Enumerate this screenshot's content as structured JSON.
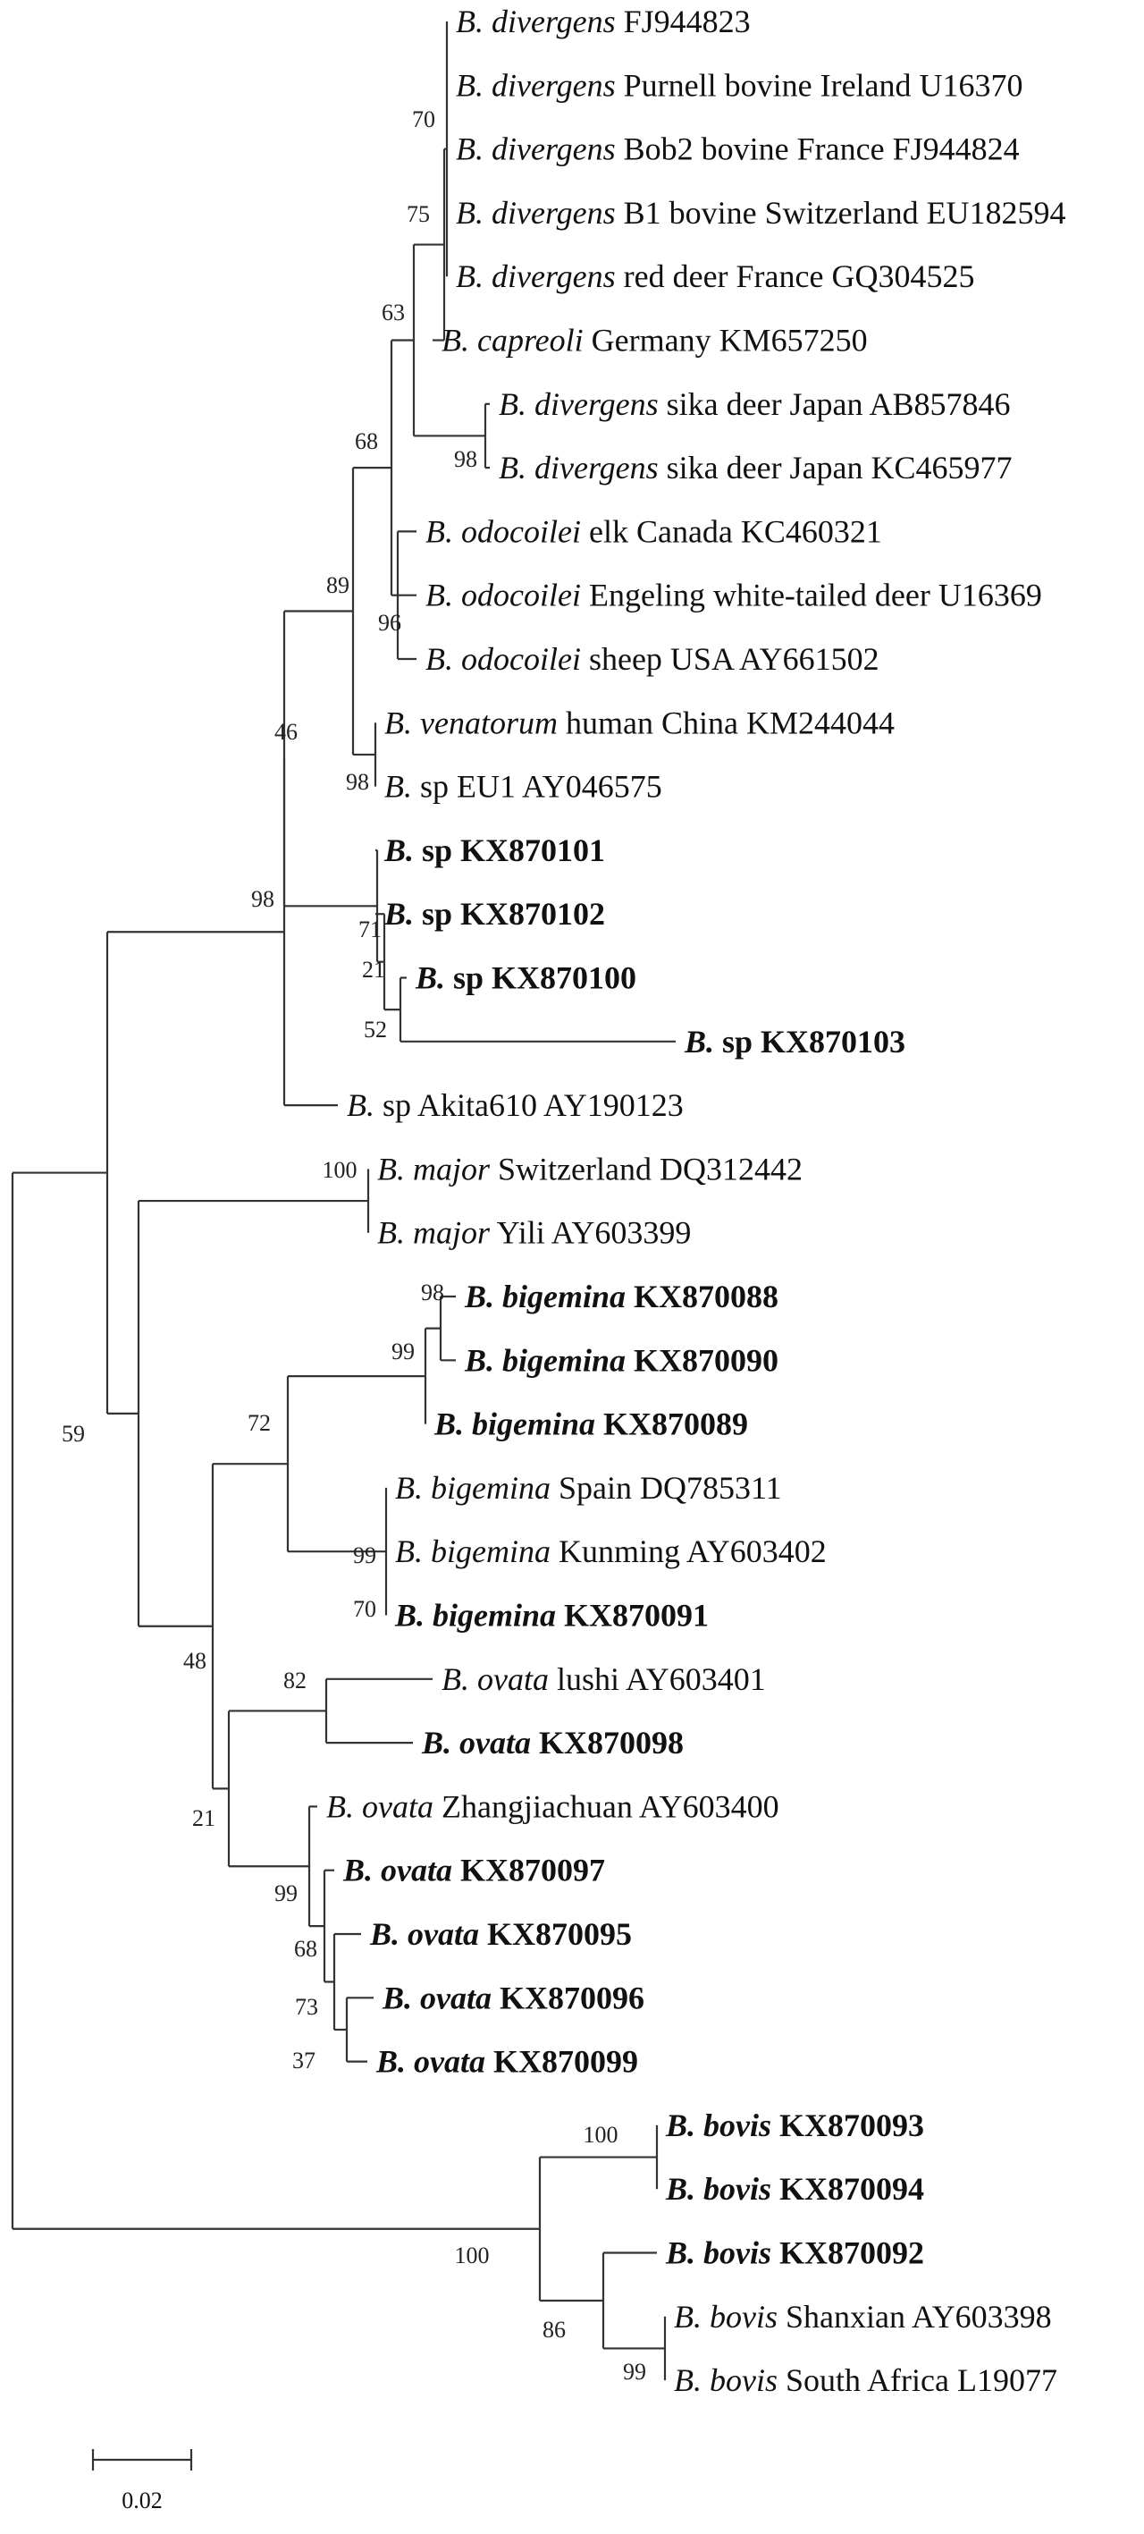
{
  "tree": {
    "leaves": [
      {
        "genus": "B.",
        "species": "divergens",
        "rest": "FJ944823",
        "bold": false
      },
      {
        "genus": "B.",
        "species": "divergens",
        "rest": "Purnell bovine Ireland U16370",
        "bold": false
      },
      {
        "genus": "B.",
        "species": "divergens",
        "rest": "Bob2 bovine France FJ944824",
        "bold": false
      },
      {
        "genus": "B.",
        "species": "divergens",
        "rest": "B1 bovine Switzerland EU182594",
        "bold": false
      },
      {
        "genus": "B.",
        "species": "divergens",
        "rest": "red deer France GQ304525",
        "bold": false
      },
      {
        "genus": "B.",
        "species": "capreoli",
        "rest": "Germany KM657250",
        "bold": false
      },
      {
        "genus": "B.",
        "species": "divergens",
        "rest": "sika deer Japan AB857846",
        "bold": false
      },
      {
        "genus": "B.",
        "species": "divergens",
        "rest": "sika deer Japan KC465977",
        "bold": false
      },
      {
        "genus": "B.",
        "species": "odocoilei",
        "rest": "elk Canada KC460321",
        "bold": false
      },
      {
        "genus": "B.",
        "species": "odocoilei",
        "rest": "Engeling white-tailed deer U16369",
        "bold": false
      },
      {
        "genus": "B.",
        "species": "odocoilei",
        "rest": "sheep USA AY661502",
        "bold": false
      },
      {
        "genus": "B.",
        "species": "venatorum",
        "rest": "human China KM244044",
        "bold": false
      },
      {
        "genus": "B.",
        "species": "",
        "rest": "sp EU1 AY046575",
        "bold": false
      },
      {
        "genus": "B.",
        "species": "",
        "rest": "sp KX870101",
        "bold": true
      },
      {
        "genus": "B.",
        "species": "",
        "rest": "sp KX870102",
        "bold": true
      },
      {
        "genus": "B.",
        "species": "",
        "rest": "sp KX870100",
        "bold": true
      },
      {
        "genus": "B.",
        "species": "",
        "rest": "sp KX870103",
        "bold": true
      },
      {
        "genus": "B.",
        "species": "",
        "rest": "sp Akita610  AY190123",
        "bold": false
      },
      {
        "genus": "B.",
        "species": "major",
        "rest": "Switzerland DQ312442",
        "bold": false
      },
      {
        "genus": "B.",
        "species": "major",
        "rest": "Yili AY603399",
        "bold": false
      },
      {
        "genus": "B.",
        "species": "bigemina",
        "rest": "KX870088",
        "bold": true
      },
      {
        "genus": "B.",
        "species": "bigemina",
        "rest": "KX870090",
        "bold": true
      },
      {
        "genus": "B.",
        "species": "bigemina",
        "rest": "KX870089",
        "bold": true
      },
      {
        "genus": "B.",
        "species": "bigemina",
        "rest": "Spain DQ785311",
        "bold": false
      },
      {
        "genus": "B.",
        "species": "bigemina",
        "rest": "Kunming AY603402",
        "bold": false
      },
      {
        "genus": "B.",
        "species": "bigemina",
        "rest": "KX870091",
        "bold": true
      },
      {
        "genus": "B.",
        "species": "ovata",
        "rest": "lushi AY603401",
        "bold": false
      },
      {
        "genus": "B.",
        "species": "ovata",
        "rest": "KX870098",
        "bold": true
      },
      {
        "genus": "B.",
        "species": "ovata",
        "rest": "Zhangjiachuan AY603400",
        "bold": false
      },
      {
        "genus": "B.",
        "species": "ovata",
        "rest": "KX870097",
        "bold": true
      },
      {
        "genus": "B.",
        "species": "ovata",
        "rest": "KX870095",
        "bold": true
      },
      {
        "genus": "B.",
        "species": "ovata",
        "rest": "KX870096",
        "bold": true
      },
      {
        "genus": "B.",
        "species": "ovata",
        "rest": "KX870099",
        "bold": true
      },
      {
        "genus": "B.",
        "species": "bovis",
        "rest": "KX870093",
        "bold": true
      },
      {
        "genus": "B.",
        "species": "bovis",
        "rest": "KX870094",
        "bold": true
      },
      {
        "genus": "B.",
        "species": "bovis",
        "rest": "KX870092",
        "bold": true
      },
      {
        "genus": "B.",
        "species": "bovis",
        "rest": "Shanxian AY603398",
        "bold": false
      },
      {
        "genus": "B.",
        "species": "bovis",
        "rest": "South Africa L19077",
        "bold": false
      }
    ],
    "bootstrap": [
      "70",
      "75",
      "63",
      "98",
      "68",
      "96",
      "89",
      "46",
      "98",
      "71",
      "21",
      "52",
      "98",
      "100",
      "98",
      "99",
      "72",
      "99",
      "70",
      "59",
      "48",
      "82",
      "21",
      "99",
      "68",
      "73",
      "37",
      "100",
      "100",
      "86",
      "99"
    ],
    "scale_bar": "0.02"
  }
}
